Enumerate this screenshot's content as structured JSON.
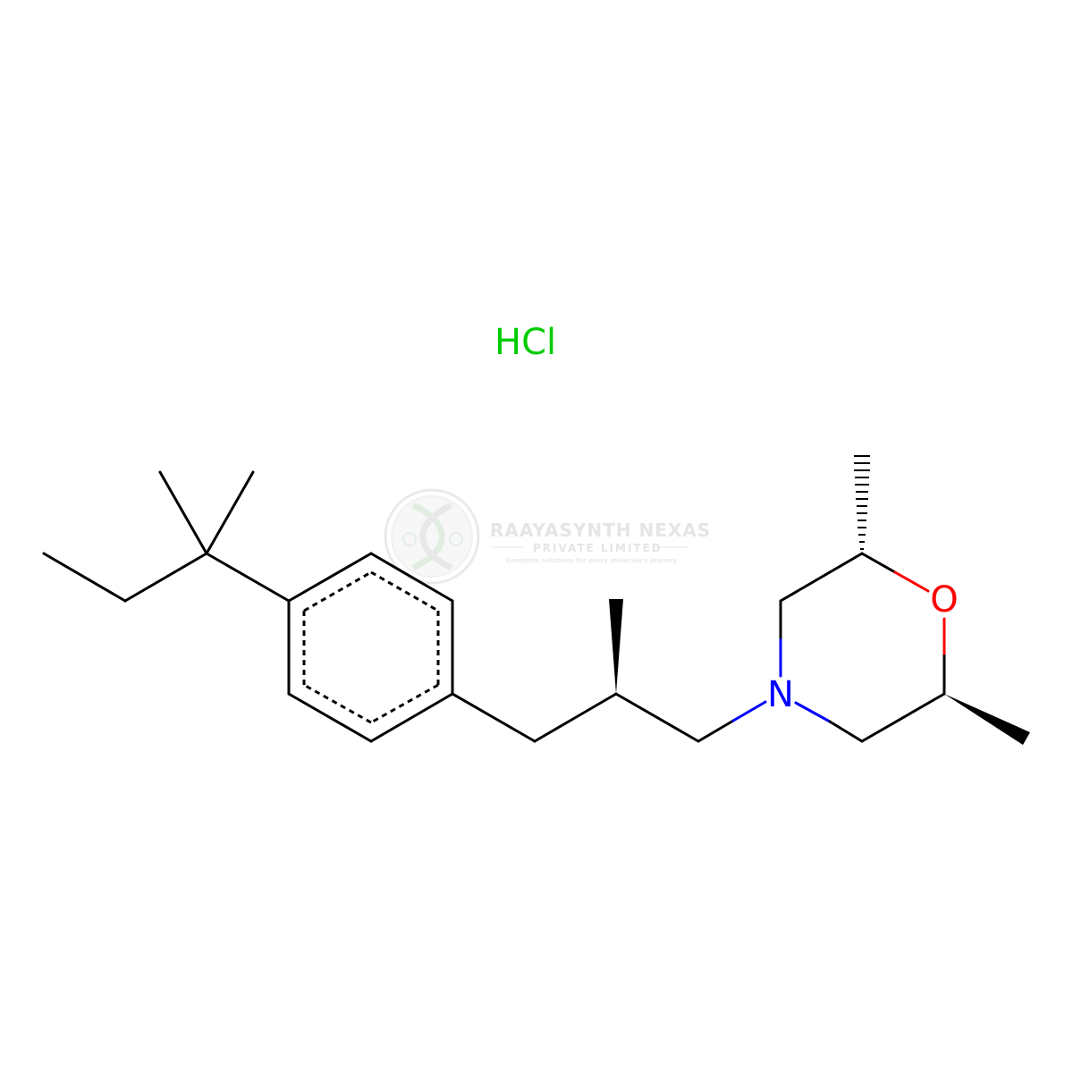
{
  "salt": {
    "text": "HCl",
    "color": "#00CC00"
  },
  "atoms": {
    "nitrogen": {
      "text": "N",
      "color": "#0000FF"
    },
    "oxygen": {
      "text": "O",
      "color": "#FF0000"
    }
  },
  "bond_color": "#000000",
  "watermark": {
    "company": "RAAYASYNTH NEXAS",
    "subtitle": "PRIVATE LIMITED",
    "tagline": "Complete solutions for every molecule's journey",
    "color": "#c8c8c8"
  }
}
